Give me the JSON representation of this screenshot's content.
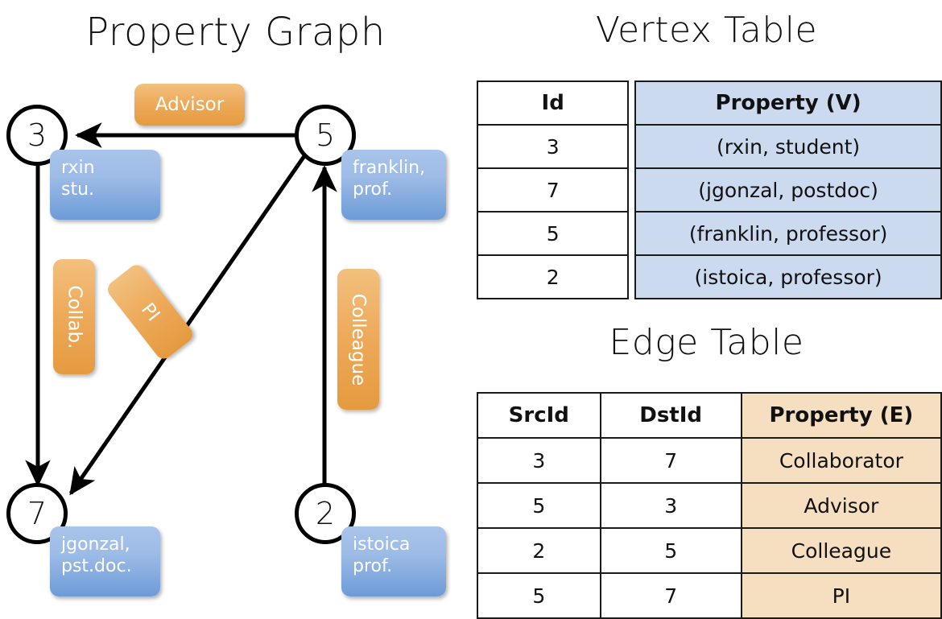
{
  "titles": {
    "property_graph": "Property Graph",
    "vertex_table": "Vertex Table",
    "edge_table": "Edge Table"
  },
  "graph": {
    "nodes": [
      {
        "id": "3",
        "property": "rxin\nstu."
      },
      {
        "id": "5",
        "property": "franklin,\nprof."
      },
      {
        "id": "7",
        "property": "jgonzal,\npst.doc."
      },
      {
        "id": "2",
        "property": "istoica\nprof."
      }
    ],
    "node_labels": {
      "n3": "3",
      "n5": "5",
      "n7": "7",
      "n2": "2"
    },
    "vertex_props": {
      "rxin_line1": "rxin",
      "rxin_line2": "stu.",
      "franklin_line1": "franklin,",
      "franklin_line2": "prof.",
      "jgonzal_line1": "jgonzal,",
      "jgonzal_line2": "pst.doc.",
      "istoica_line1": "istoica",
      "istoica_line2": "prof."
    },
    "edge_labels": {
      "advisor": "Advisor",
      "collab": "Collab.",
      "pi": "PI",
      "colleague": "Colleague"
    },
    "edges": [
      {
        "from": "5",
        "to": "3",
        "label": "Advisor"
      },
      {
        "from": "3",
        "to": "7",
        "label": "Collab."
      },
      {
        "from": "5",
        "to": "7",
        "label": "PI"
      },
      {
        "from": "2",
        "to": "5",
        "label": "Colleague"
      }
    ]
  },
  "vertex_table": {
    "headers": [
      "Id",
      "Property (V)"
    ],
    "rows": [
      {
        "id": "3",
        "property": "(rxin, student)"
      },
      {
        "id": "7",
        "property": "(jgonzal, postdoc)"
      },
      {
        "id": "5",
        "property": "(franklin, professor)"
      },
      {
        "id": "2",
        "property": "(istoica, professor)"
      }
    ]
  },
  "edge_table": {
    "headers": [
      "SrcId",
      "DstId",
      "Property (E)"
    ],
    "rows": [
      {
        "src": "3",
        "dst": "7",
        "property": "Collaborator"
      },
      {
        "src": "5",
        "dst": "3",
        "property": "Advisor"
      },
      {
        "src": "2",
        "dst": "5",
        "property": "Colleague"
      },
      {
        "src": "5",
        "dst": "7",
        "property": "PI"
      }
    ]
  },
  "colors": {
    "vertex_header_fill": "#ccdaf0",
    "edge_header_fill": "#f6dec1",
    "vertex_callout": "#7ba7dd",
    "edge_callout": "#eeab5c",
    "stroke": "#000000",
    "background": "#ffffff"
  }
}
